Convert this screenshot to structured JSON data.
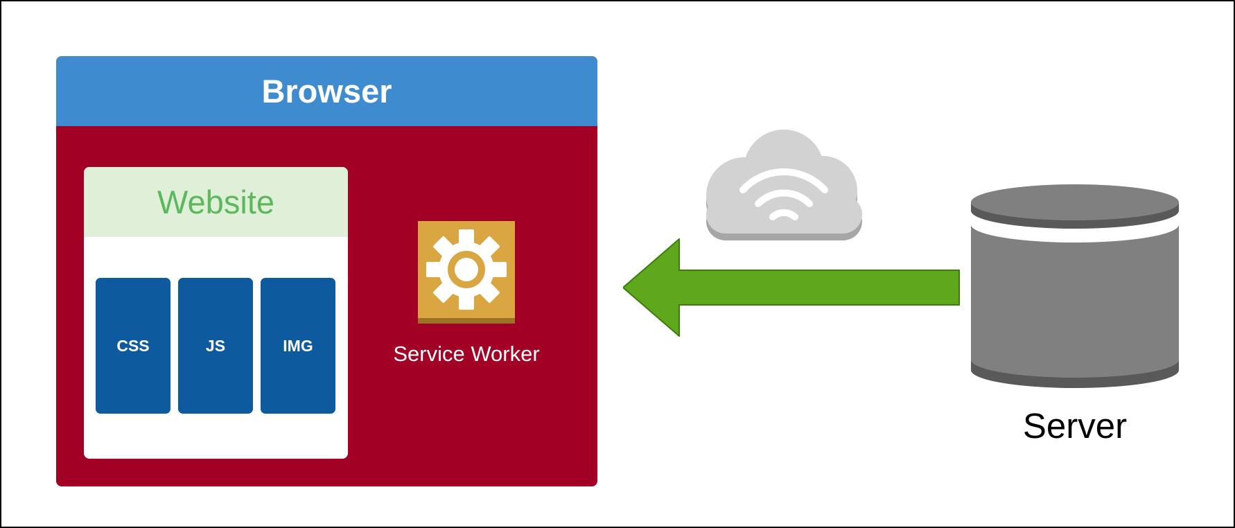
{
  "browser": {
    "title": "Browser"
  },
  "website": {
    "title": "Website",
    "assets": [
      "CSS",
      "JS",
      "IMG"
    ]
  },
  "service_worker": {
    "label": "Service Worker",
    "icon": "gear-icon"
  },
  "network": {
    "icon": "cloud-wifi-icon",
    "direction": "server-to-browser"
  },
  "server": {
    "label": "Server",
    "icon": "database-cylinder-icon"
  },
  "colors": {
    "browser_header": "#3e8ccf",
    "browser_body": "#a30026",
    "website_header": "#e0f0d8",
    "website_title": "#5cb85c",
    "asset_tile": "#0e5a9e",
    "service_worker_icon": "#d9a641",
    "arrow": "#5fa81e",
    "cloud": "#d2d2d2",
    "server": "#808080"
  }
}
